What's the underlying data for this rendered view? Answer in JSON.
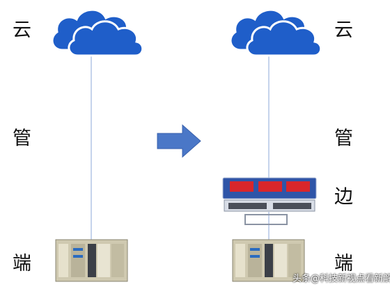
{
  "labels": {
    "left": {
      "cloud": "云",
      "pipe": "管",
      "end": "端"
    },
    "right": {
      "cloud": "云",
      "pipe": "管",
      "edge": "边",
      "end": "端"
    }
  },
  "watermark": "头条@科技新视点看新解",
  "icons": {
    "cloud": "cloud-icon",
    "arrow": "arrow-right-icon",
    "edge_gateway": "edge-gateway-icon",
    "plc": "plc-device-icon"
  },
  "colors": {
    "cloud": "#1f5ec9",
    "arrow": "#4a77c7",
    "line": "#9fb6de",
    "gateway_panel": "#2f55a8",
    "gateway_display": "#d9262b"
  }
}
